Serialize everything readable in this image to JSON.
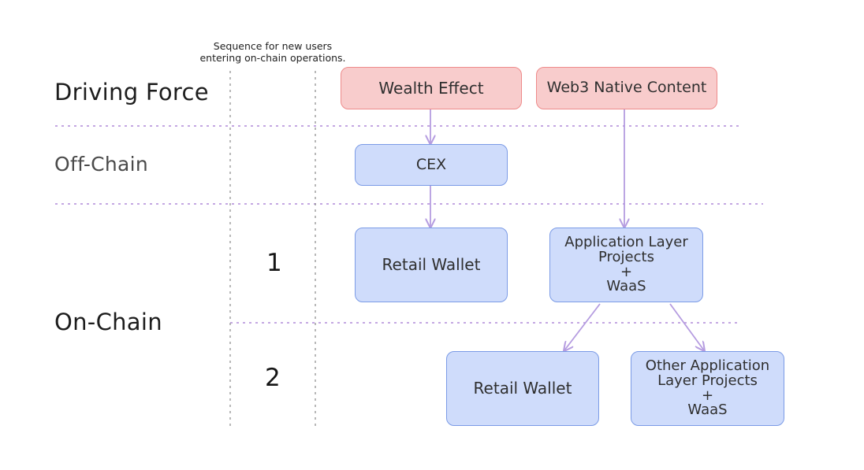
{
  "header": {
    "note": "Sequence for new users\nentering on-chain operations."
  },
  "rows": {
    "driving_force": "Driving Force",
    "off_chain": "Off-Chain",
    "on_chain": "On-Chain"
  },
  "sequence": {
    "one": "1",
    "two": "2"
  },
  "boxes": {
    "wealth_effect": "Wealth Effect",
    "web3_native_content": "Web3 Native Content",
    "cex": "CEX",
    "retail_wallet_1": "Retail Wallet",
    "application_layer": "Application Layer\nProjects\n+\nWaaS",
    "retail_wallet_2": "Retail Wallet",
    "other_application_layer": "Other Application\nLayer Projects\n+\nWaaS"
  },
  "colors": {
    "red_fill": "#f8cccc",
    "red_border": "#ee8b8b",
    "blue_fill": "#cfdcfb",
    "blue_border": "#7b9be6",
    "arrow": "#b59ce0",
    "divider": "#b08ad8"
  }
}
